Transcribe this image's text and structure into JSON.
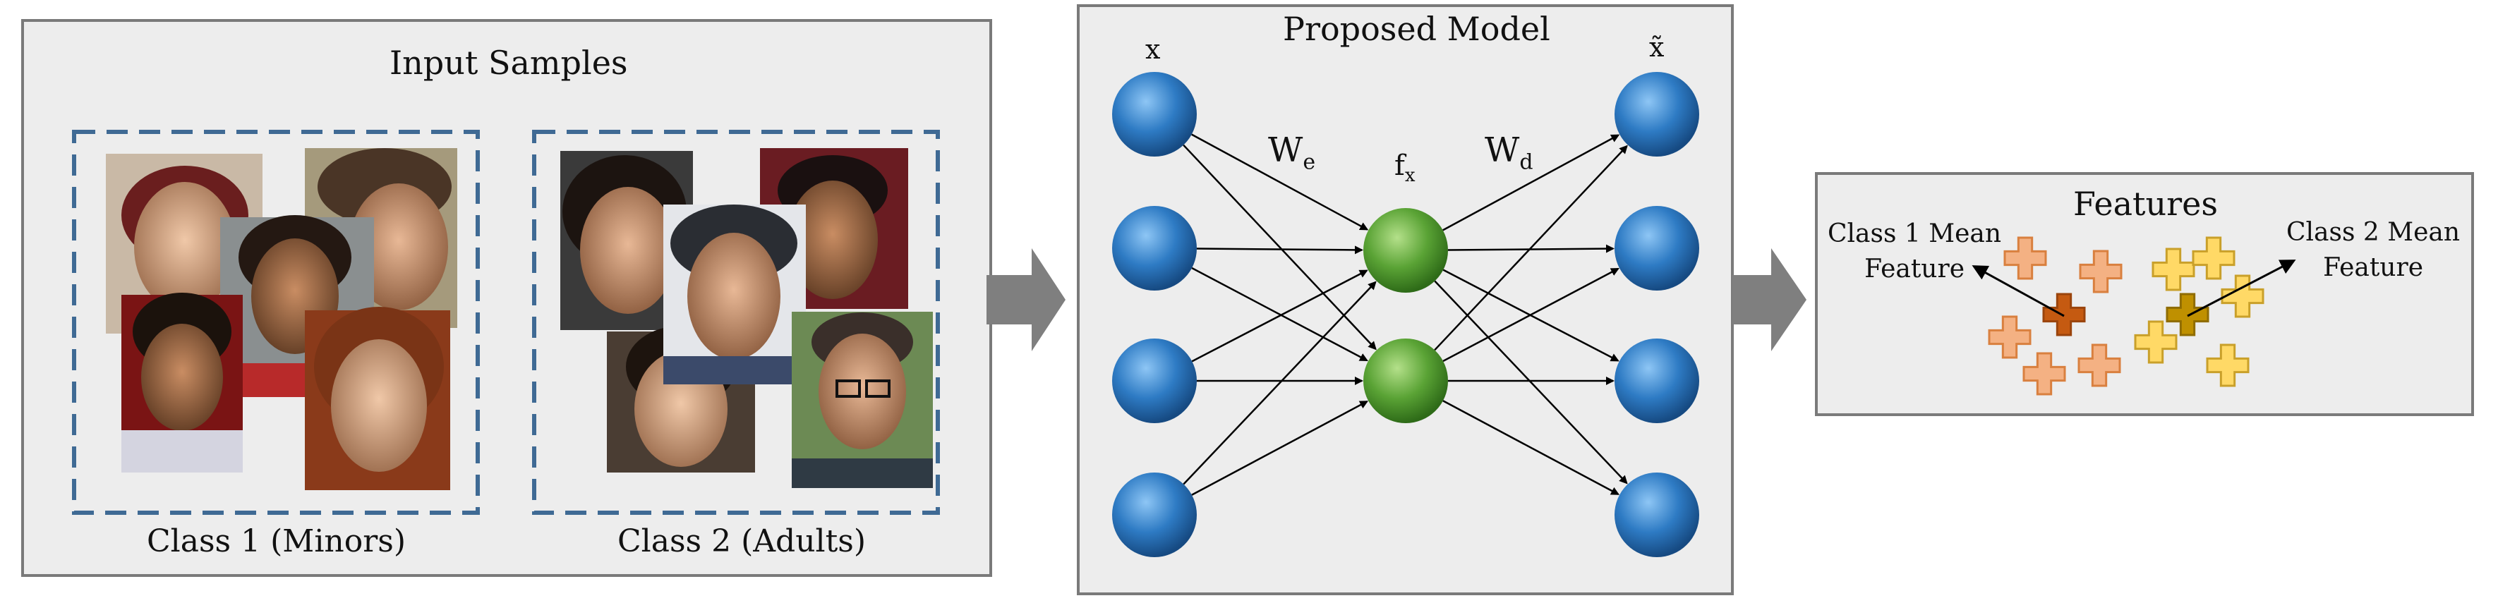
{
  "input_panel": {
    "title": "Input Samples",
    "class1_label": "Class 1 (Minors)",
    "class2_label": "Class 2 (Adults)"
  },
  "model_panel": {
    "title": "Proposed Model",
    "input_label": "x",
    "output_label": "x̃",
    "hidden_label": "f",
    "hidden_sub": "x",
    "encoder_weight": "W",
    "encoder_sub": "e",
    "decoder_weight": "W",
    "decoder_sub": "d"
  },
  "features_panel": {
    "title": "Features",
    "class1_mean_line1": "Class 1 Mean",
    "class1_mean_line2": "Feature",
    "class2_mean_line1": "Class 2 Mean",
    "class2_mean_line2": "Feature"
  },
  "colors": {
    "panel_bg": "#ededed",
    "panel_border": "#7a7a7a",
    "dashed_box": "#3f6a94",
    "input_node": "#2e7bc4",
    "hidden_node": "#5aa335",
    "class1_feature": "#f4b183",
    "class1_mean": "#c55a11",
    "class2_feature": "#ffd966",
    "class2_mean": "#bf9000",
    "flow_arrow": "#7f7f7f"
  }
}
